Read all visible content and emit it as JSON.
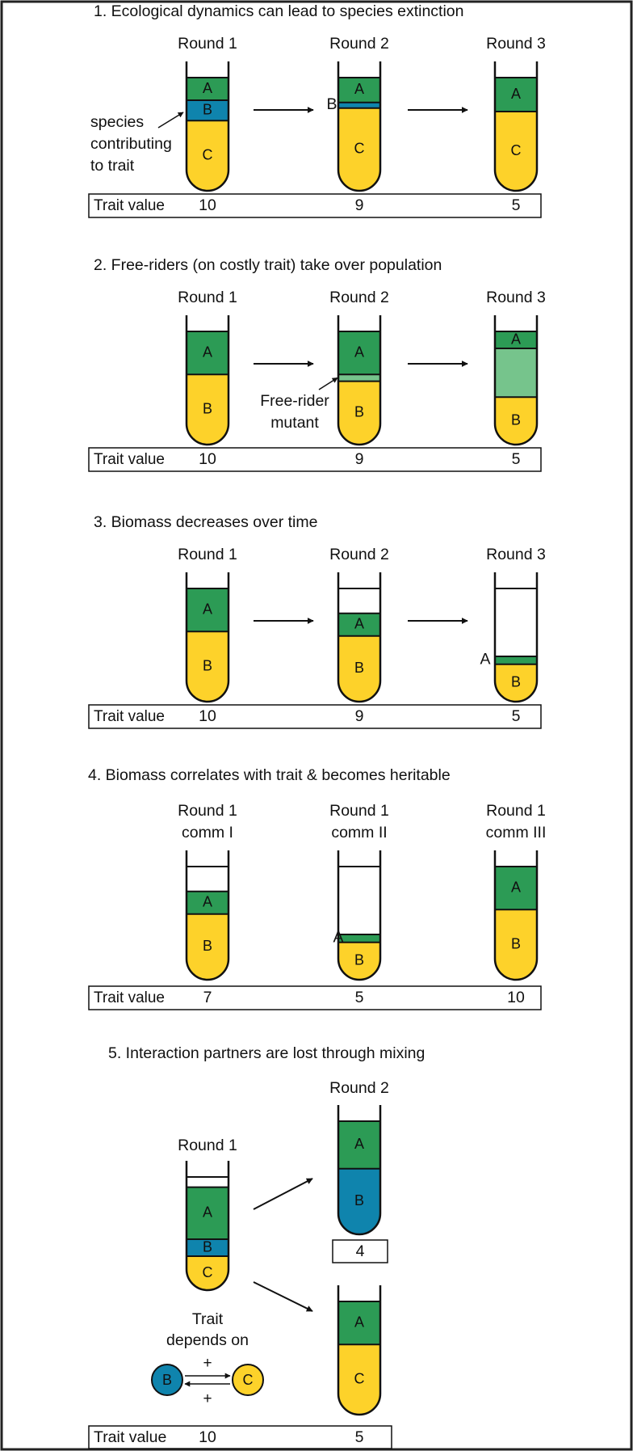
{
  "colors": {
    "green": "#2c9b55",
    "light_green": "#76c48c",
    "blue": "#0f84ad",
    "yellow": "#fdd22a",
    "outline": "#111111"
  },
  "panels": [
    {
      "title": "1. Ecological dynamics can lead to species extinction",
      "labels": [
        "Round 1",
        "Round 2",
        "Round 3"
      ],
      "trait_label": "Trait value",
      "trait_values": [
        "10",
        "9",
        "5"
      ],
      "annotations": {
        "contrib_lines": [
          "species",
          "contributing",
          "to trait"
        ],
        "side_label": "B"
      },
      "tubes": [
        {
          "layers": [
            {
              "name": "A",
              "color": "green",
              "frac": 0.2
            },
            {
              "name": "B",
              "color": "blue",
              "frac": 0.18
            },
            {
              "name": "C",
              "color": "yellow",
              "frac": 0.62
            }
          ]
        },
        {
          "layers": [
            {
              "name": "A",
              "color": "green",
              "frac": 0.22
            },
            {
              "name": "",
              "color": "blue",
              "frac": 0.05
            },
            {
              "name": "C",
              "color": "yellow",
              "frac": 0.73
            }
          ]
        },
        {
          "layers": [
            {
              "name": "A",
              "color": "green",
              "frac": 0.3
            },
            {
              "name": "C",
              "color": "yellow",
              "frac": 0.7
            }
          ]
        }
      ]
    },
    {
      "title": "2. Free-riders (on costly trait) take over population",
      "labels": [
        "Round 1",
        "Round 2",
        "Round 3"
      ],
      "trait_label": "Trait value",
      "trait_values": [
        "10",
        "9",
        "5"
      ],
      "annotations": {
        "mutant_lines": [
          "Free-rider",
          "mutant"
        ]
      },
      "tubes": [
        {
          "layers": [
            {
              "name": "A",
              "color": "green",
              "frac": 0.38
            },
            {
              "name": "B",
              "color": "yellow",
              "frac": 0.62
            }
          ]
        },
        {
          "layers": [
            {
              "name": "A",
              "color": "green",
              "frac": 0.38
            },
            {
              "name": "",
              "color": "light_green",
              "frac": 0.06
            },
            {
              "name": "B",
              "color": "yellow",
              "frac": 0.56
            }
          ]
        },
        {
          "layers": [
            {
              "name": "A",
              "color": "green",
              "frac": 0.15
            },
            {
              "name": "",
              "color": "light_green",
              "frac": 0.43
            },
            {
              "name": "B",
              "color": "yellow",
              "frac": 0.42
            }
          ]
        }
      ]
    },
    {
      "title": "3. Biomass decreases over time",
      "labels": [
        "Round 1",
        "Round 2",
        "Round 3"
      ],
      "trait_label": "Trait value",
      "trait_values": [
        "10",
        "9",
        "5"
      ],
      "annotations": {
        "side_label": "A"
      },
      "tubes": [
        {
          "layers": [
            {
              "name": "A",
              "color": "green",
              "frac": 0.38
            },
            {
              "name": "B",
              "color": "yellow",
              "frac": 0.62
            }
          ]
        },
        {
          "empty": 0.22,
          "layers": [
            {
              "name": "A",
              "color": "green",
              "frac": 0.2
            },
            {
              "name": "B",
              "color": "yellow",
              "frac": 0.58
            }
          ]
        },
        {
          "empty": 0.6,
          "layers": [
            {
              "name": "",
              "color": "green",
              "frac": 0.07
            },
            {
              "name": "B",
              "color": "yellow",
              "frac": 0.33
            }
          ]
        }
      ]
    },
    {
      "title": "4. Biomass correlates with trait & becomes heritable",
      "labels": [
        "Round 1\ncomm I",
        "Round 1\ncomm II",
        "Round 1\ncomm III"
      ],
      "trait_label": "Trait value",
      "trait_values": [
        "7",
        "5",
        "10"
      ],
      "annotations": {
        "side_label": "A"
      },
      "tubes": [
        {
          "empty": 0.22,
          "layers": [
            {
              "name": "A",
              "color": "green",
              "frac": 0.2
            },
            {
              "name": "B",
              "color": "yellow",
              "frac": 0.58
            }
          ]
        },
        {
          "empty": 0.6,
          "layers": [
            {
              "name": "",
              "color": "green",
              "frac": 0.07
            },
            {
              "name": "B",
              "color": "yellow",
              "frac": 0.33
            }
          ]
        },
        {
          "layers": [
            {
              "name": "A",
              "color": "green",
              "frac": 0.38
            },
            {
              "name": "B",
              "color": "yellow",
              "frac": 0.62
            }
          ]
        }
      ]
    },
    {
      "title": "5. Interaction partners are lost through mixing",
      "labels": [
        "Round 1",
        "Round 2"
      ],
      "trait_label": "Trait value",
      "trait_values": [
        "10",
        "5"
      ],
      "box_value": "4",
      "annotations": {
        "depends_lines": [
          "Trait",
          "depends on"
        ],
        "node_b": "B",
        "node_c": "C",
        "plus": "+"
      },
      "tubes": [
        {
          "empty": 0.09,
          "layers": [
            {
              "name": "A",
              "color": "green",
              "frac": 0.46
            },
            {
              "name": "B",
              "color": "blue",
              "frac": 0.15
            },
            {
              "name": "C",
              "color": "yellow",
              "frac": 0.3
            }
          ]
        },
        {
          "layers": [
            {
              "name": "A",
              "color": "green",
              "frac": 0.42
            },
            {
              "name": "B",
              "color": "blue",
              "frac": 0.58
            }
          ]
        },
        {
          "layers": [
            {
              "name": "A",
              "color": "green",
              "frac": 0.38
            },
            {
              "name": "C",
              "color": "yellow",
              "frac": 0.62
            }
          ]
        }
      ]
    }
  ]
}
